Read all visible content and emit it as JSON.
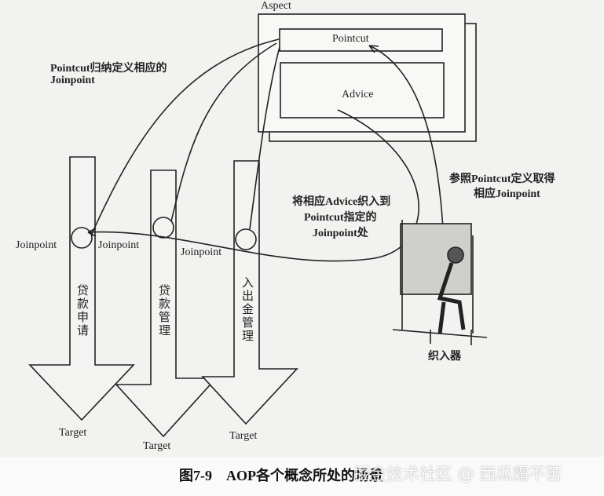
{
  "aspect": {
    "label": "Aspect",
    "pointcut": "Pointcut",
    "advice": "Advice"
  },
  "annotations": {
    "pointcut_defines": "Pointcut归纳定义相应的\nJoinpoint",
    "pointcut_defines_line1": "Pointcut归纳定义相应的",
    "pointcut_defines_line2": "Joinpoint",
    "weave_line1": "将相应Advice织入到",
    "weave_line2": "Pointcut指定的",
    "weave_line3": "Joinpoint处",
    "lookup_line1": "参照Pointcut定义取得",
    "lookup_line2": "相应Joinpoint"
  },
  "targets": [
    {
      "joinpoint": "Joinpoint",
      "name": "贷款申请",
      "target": "Target"
    },
    {
      "joinpoint": "Joinpoint",
      "name": "贷款管理",
      "target": "Target"
    },
    {
      "joinpoint": "Joinpoint",
      "name": "入出金管理",
      "target": "Target"
    }
  ],
  "weaver": {
    "label": "织入器"
  },
  "caption": "图7-9　AOP各个概念所处的场景",
  "watermark": "掘金技术社区 @ 西瓜霜不苦"
}
